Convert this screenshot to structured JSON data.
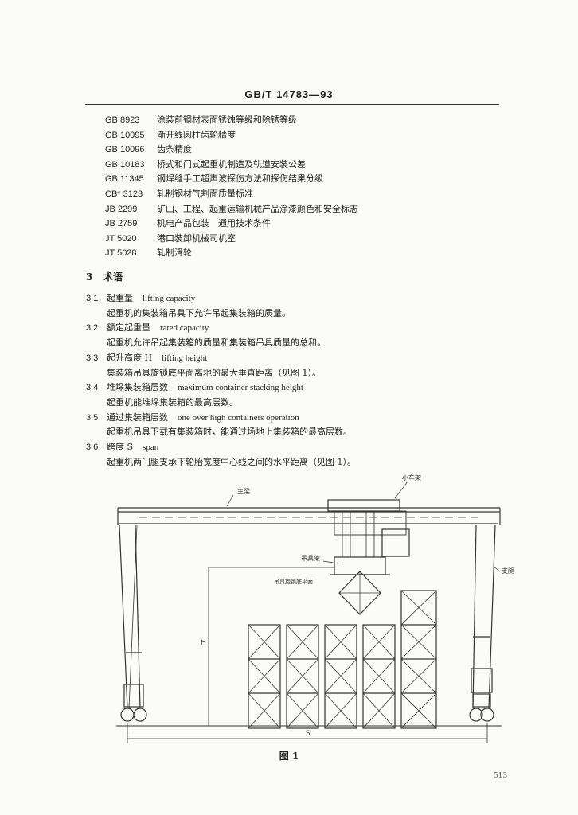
{
  "header": {
    "title": "GB/T 14783—93"
  },
  "references": [
    {
      "code": "GB 8923",
      "title": "涂装前钢材表面锈蚀等级和除锈等级"
    },
    {
      "code": "GB 10095",
      "title": "渐开线圆柱齿轮精度"
    },
    {
      "code": "GB 10096",
      "title": "齿条精度"
    },
    {
      "code": "GB 10183",
      "title": "桥式和门式起重机制造及轨道安装公差"
    },
    {
      "code": "GB 11345",
      "title": "钢焊缝手工超声波探伤方法和探伤结果分级"
    },
    {
      "code": "CB* 3123",
      "title": "轧制钢材气割面质量标准"
    },
    {
      "code": "JB 2299",
      "title": "矿山、工程、起重运输机械产品涂漆颜色和安全标志"
    },
    {
      "code": "JB 2759",
      "title": "机电产品包装　通用技术条件"
    },
    {
      "code": "JT 5020",
      "title": "港口装卸机械司机室"
    },
    {
      "code": "JT 5028",
      "title": "轧制滑轮"
    }
  ],
  "section": {
    "number": "3",
    "title": "术语"
  },
  "terms": [
    {
      "number": "3.1",
      "zh": "起重量",
      "en": "lifting capacity",
      "def": "起重机的集装箱吊具下允许吊起集装箱的质量。"
    },
    {
      "number": "3.2",
      "zh": "额定起重量",
      "en": "rated capacity",
      "def": "起重机允许吊起集装箱的质量和集装箱吊具质量的总和。"
    },
    {
      "number": "3.3",
      "zh": "起升高度 H",
      "en": "lifting height",
      "def": "集装箱吊具旋锁底平面离地的最大垂直距离（见图 1）。"
    },
    {
      "number": "3.4",
      "zh": "堆垛集装箱层数",
      "en": "maximum container stacking height",
      "def": "起重机能堆垛集装箱的最高层数。"
    },
    {
      "number": "3.5",
      "zh": "通过集装箱层数",
      "en": "one over high containers operation",
      "def": "起重机吊具下载有集装箱时，能通过场地上集装箱的最高层数。"
    },
    {
      "number": "3.6",
      "zh": "跨度 S",
      "en": "span",
      "def": "起重机两门腿支承下轮胎宽度中心线之间的水平距离（见图 1）。"
    }
  ],
  "figure": {
    "labels": {
      "girder": "主梁",
      "trolley": "小车架",
      "spreader": "吊具架",
      "spreader_plane": "吊具旋锁底平面",
      "leg": "支腿",
      "height_symbol": "H",
      "span_symbol": "S"
    },
    "caption": "图 1"
  },
  "page_number": "513"
}
